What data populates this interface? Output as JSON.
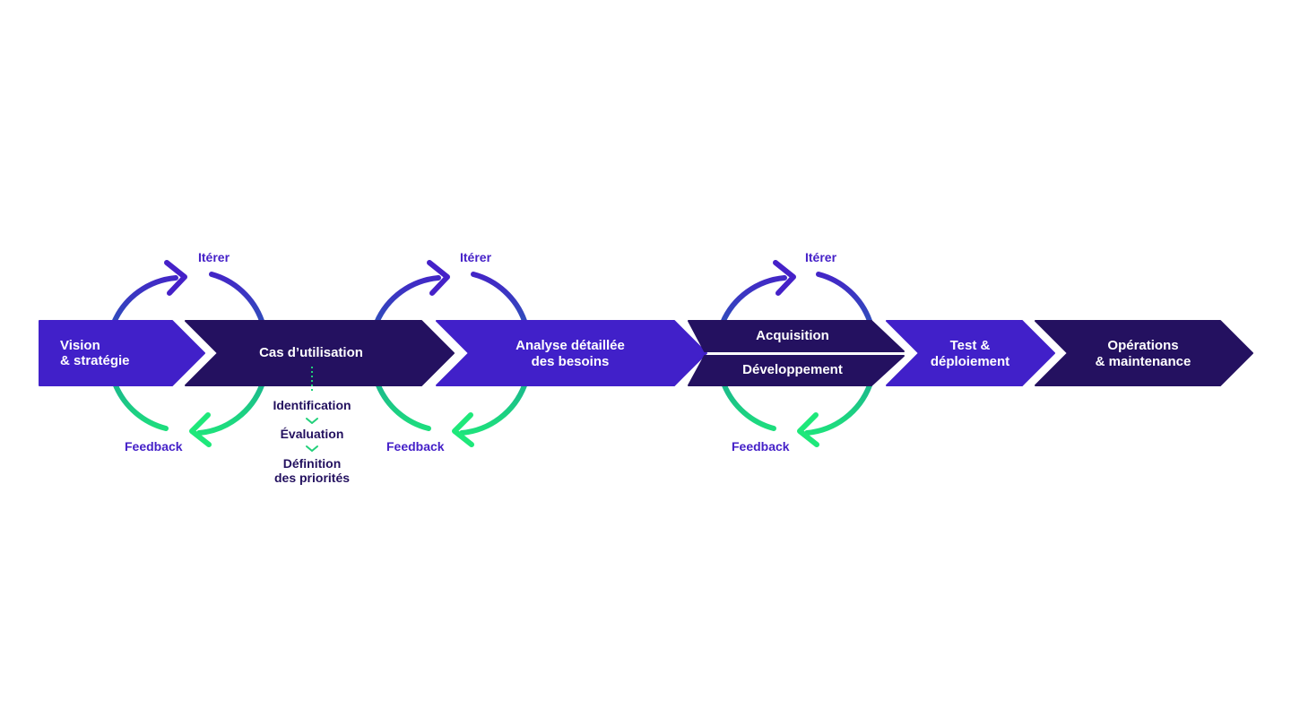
{
  "colors": {
    "purple": "#4120c9",
    "navy": "#241160",
    "loop_top": "#4521c8",
    "loop_mid": "#2a5ab8",
    "loop_bottom": "#1ee87a",
    "sub_text": "#23115f",
    "connector": "#22d07a"
  },
  "steps": [
    {
      "line1": "Vision",
      "line2": "& stratégie"
    },
    {
      "line1": "Cas d’utilisation"
    },
    {
      "line1": "Analyse détaillée",
      "line2": "des besoins"
    },
    {
      "top": "Acquisition",
      "bottom": "Développement"
    },
    {
      "line1": "Test &",
      "line2": "déploiement"
    },
    {
      "line1": "Opérations",
      "line2": "& maintenance"
    }
  ],
  "loops": [
    {
      "iterate": "Itérer",
      "feedback": "Feedback"
    },
    {
      "iterate": "Itérer",
      "feedback": "Feedback"
    },
    {
      "iterate": "Itérer",
      "feedback": "Feedback"
    }
  ],
  "sub_steps": [
    "Identification",
    "Évaluation",
    "Définition",
    "des priorités"
  ]
}
